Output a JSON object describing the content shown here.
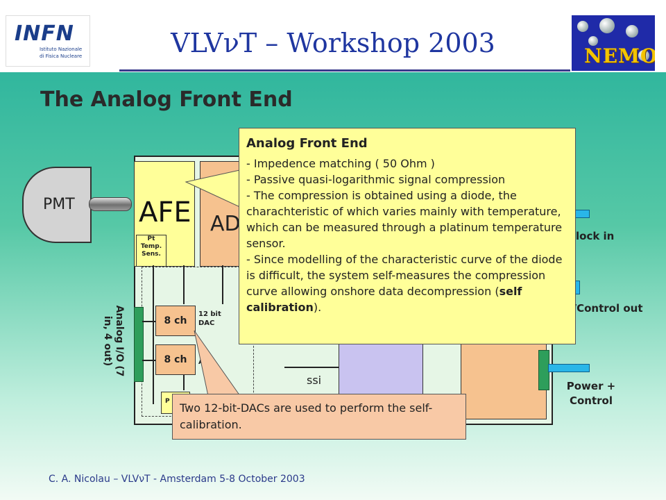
{
  "header": {
    "title": "VLVνT – Workshop 2003",
    "infn_logo": {
      "big": "INFN",
      "line1": "Istituto Nazionale",
      "line2": "di Fisica Nucleare"
    },
    "nemo_logo": {
      "word": "NEMO"
    }
  },
  "subtitle": "The Analog Front End",
  "diagram": {
    "pmt": "PMT",
    "afe": "AFE",
    "temp_sensor": "Pt Temp. Sens.",
    "adc": "AD",
    "ch1": "8 ch",
    "ch2": "8 ch",
    "dac_label": "12 bit DAC",
    "adc_label": "1 AD",
    "pt_small": "P",
    "analog_io": "Analog I/O (7 in, 4 out)",
    "ssi": "ssi",
    "clock_in": "lock in",
    "data_control": "a/Control out",
    "power_control": "Power + Control"
  },
  "callouts": {
    "main": {
      "heading": "Analog Front End",
      "line1": " - Impedence matching ( 50 Ohm )",
      "line2": " - Passive quasi-logarithmic signal compression",
      "line3": " - The compression is obtained using a diode, the charachteristic of which varies mainly with temperature, which can be measured through a platinum temperature sensor.",
      "line4_pre": " - Since modelling of the characteristic curve of the diode is difficult, the system self-measures the compression curve allowing onshore data decompression (",
      "line4_bold": "self calibration",
      "line4_post": ")."
    },
    "secondary": "Two 12-bit-DACs are used to perform the self-calibration."
  },
  "footer": "C. A. Nicolau – VLVνT - Amsterdam 5-8 October 2003",
  "colors": {
    "title": "#1f36a0",
    "yellow_callout": "#ffff99",
    "orange_callout": "#f8c9a6",
    "connector": "#29b6e8"
  }
}
